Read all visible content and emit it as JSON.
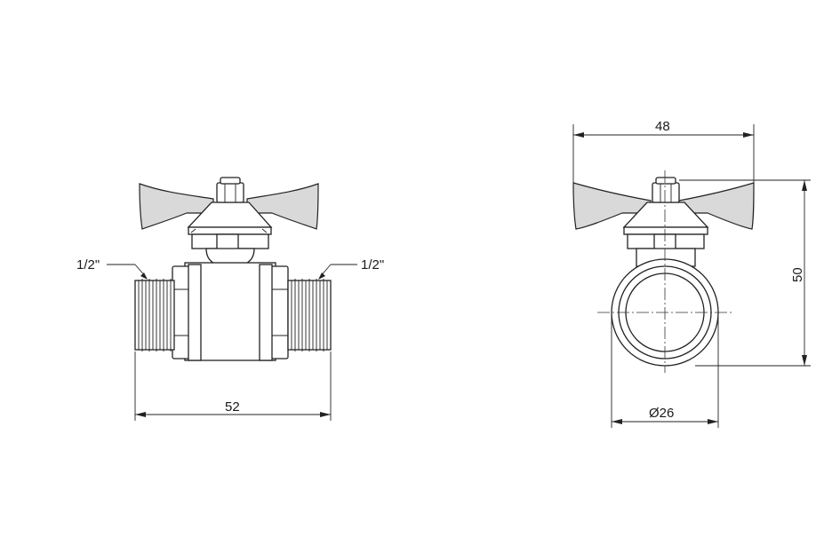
{
  "dimensions": {
    "front_width": "52",
    "side_width": "48",
    "side_height": "50",
    "side_diameter": "Ø26",
    "thread_left": "1/2\"",
    "thread_right": "1/2\""
  },
  "colors": {
    "line": "#222222",
    "fill_light": "#d9d9d9",
    "background": "#ffffff"
  }
}
